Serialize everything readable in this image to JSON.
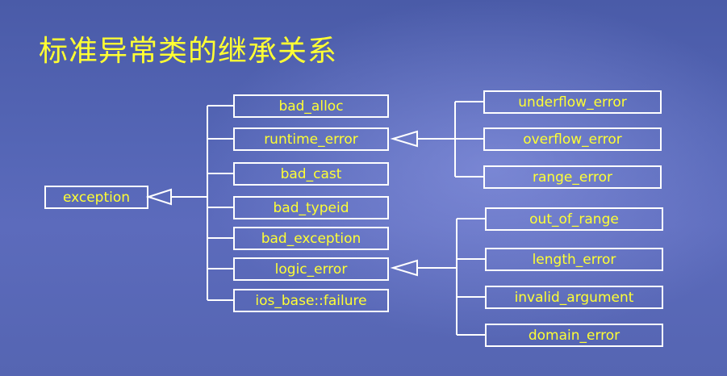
{
  "title": "标准异常类的继承关系",
  "colors": {
    "text": "#ffff33",
    "lines": "#ffffff",
    "background": "#5564b4"
  },
  "nodes": {
    "exception": "exception",
    "bad_alloc": "bad_alloc",
    "runtime_error": "runtime_error",
    "bad_cast": "bad_cast",
    "bad_typeid": "bad_typeid",
    "bad_exception": "bad_exception",
    "logic_error": "logic_error",
    "ios_base_failure": "ios_base::failure",
    "underflow_error": "underflow_error",
    "overflow_error": "overflow_error",
    "range_error": "range_error",
    "out_of_range": "out_of_range",
    "length_error": "length_error",
    "invalid_argument": "invalid_argument",
    "domain_error": "domain_error"
  }
}
